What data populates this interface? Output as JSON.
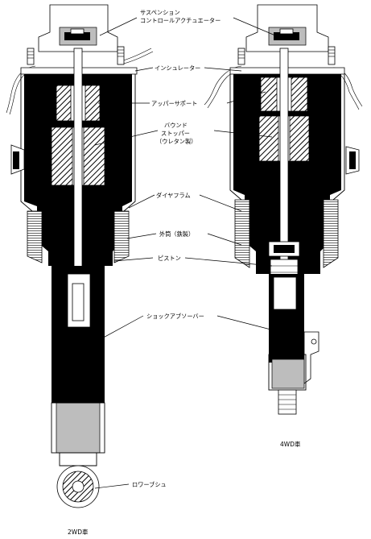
{
  "labels": {
    "actuator_line1": "サスペンション",
    "actuator_line2": "コントロールアクチュエーター",
    "insulator": "インシュレーター",
    "upper_support": "アッパーサポート",
    "bound_stopper_line1": "バウンド",
    "bound_stopper_line2": "ストッパー",
    "bound_stopper_line3": "（ウレタン製）",
    "diaphragm": "ダイヤフラム",
    "outer_cylinder": "外筒（鉄製）",
    "piston": "ピストン",
    "shock_absorber": "ショックアブソーバー",
    "lower_bush": "ロワーブシュ"
  },
  "captions": {
    "left": "2WD車",
    "right": "4WD車"
  }
}
